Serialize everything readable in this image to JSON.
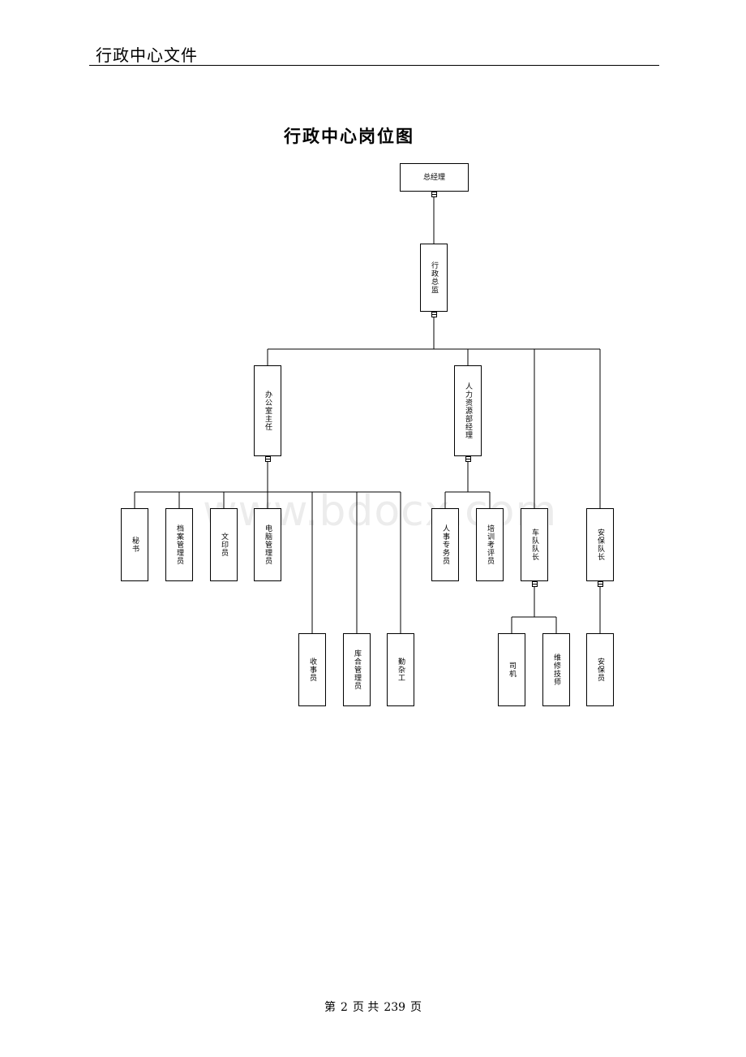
{
  "header": {
    "title": "行政中心文件"
  },
  "chart": {
    "title": "行政中心岗位图"
  },
  "org": {
    "general_manager": "总经理",
    "admin_director": "行政总监",
    "office_head": "办公室主任",
    "hr_manager": "人力资源部经理",
    "secretary": "秘书",
    "archive_admin": "档案管理员",
    "typist": "文印员",
    "it_admin": "电脑管理员",
    "clerk": "收事员",
    "warehouse_admin": "库合管理员",
    "handyman": "勤杂工",
    "hr_clerk": "人事专务员",
    "training_clerk": "培训考评员",
    "fleet_lead": "车队队长",
    "security_lead": "安保队长",
    "driver": "司机",
    "mechanic": "维修技师",
    "security_guard": "安保员"
  },
  "watermark": "www.bdocx.com",
  "footer": {
    "page_prefix": "第",
    "page_num": "2",
    "page_mid": "页 共",
    "page_total": "239",
    "page_suffix": "页"
  }
}
